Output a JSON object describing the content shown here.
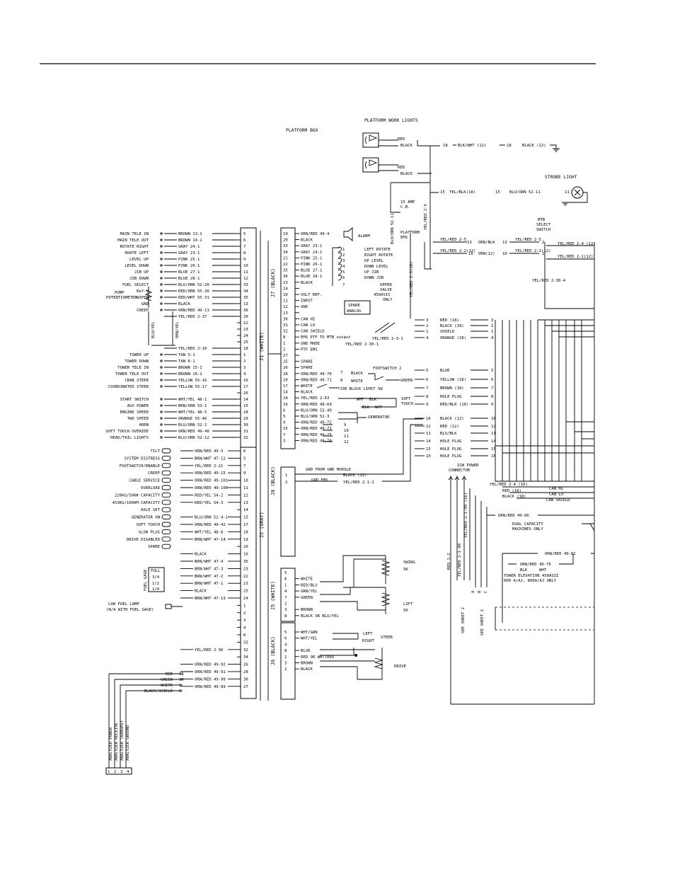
{
  "titles": {
    "platform_box": "PLATFORM BOX",
    "work_lights": "PLATFORM WORK LIGHTS",
    "strobe": "STROBE LIGHT",
    "mtb_select": [
      "MTB",
      "SELECT",
      "SWITCH"
    ],
    "circuit_breaker": [
      "15 AMP",
      "C.B."
    ],
    "platform_ems": [
      "PLATFORM",
      "EMS"
    ],
    "alarm": "ALARM",
    "upper_valve": [
      "UPPER",
      "VALVE",
      "450ASII",
      "ONLY"
    ],
    "spare_analog": [
      "SPARE",
      "ANALOG"
    ],
    "footswitch2": "FOOTSWITCH 2",
    "jib_block": "JIB BLOCK LIMIT SW",
    "soft_touch": [
      "SOFT",
      "TOUCH"
    ],
    "generator": "GENERATOR",
    "gnd_module": "GND FROM GND MODULE",
    "ign_power": [
      "IGN POWER",
      "CONNECTOR"
    ],
    "dual_capacity": [
      "DUAL CAPACITY",
      "MACHINES ONLY"
    ],
    "tower_elev": [
      "TOWER ELEVATION 450ASII",
      "600 A/AJ, 800A/AJ ONLY"
    ],
    "swing": [
      "SWING",
      "5K"
    ],
    "lift": [
      "LIFT",
      "5K"
    ],
    "steer": [
      "LEFT",
      "RIGHT",
      "STEER"
    ],
    "drive": "DRIVE",
    "fuel_gage": "FUEL GAGE",
    "fuel_levels": [
      "FULL",
      "3/4",
      "1/2",
      "1/4"
    ],
    "low_fuel": [
      "LOW FUEL LAMP",
      "(N/A WITH FUEL GAGE)"
    ],
    "pump_pot": [
      "PUMP",
      "POTENTIOMETER"
    ],
    "see_sheet": "SEE SHEET 2",
    "analyzer_labels": [
      "ANALYZER POWER",
      "ANALYZER RECEIVE",
      "ANALYZER TRANSMIT",
      "ANALYZER GROUND"
    ],
    "analyzer_pins": [
      "1",
      "2",
      "3",
      "4"
    ],
    "bottom_wires": [
      "RED 1-2",
      "YEL/RED 2-1-98",
      "YEL/RED 2-1-99 (16)"
    ],
    "abc": [
      "A",
      "B",
      "C"
    ]
  },
  "connectors": {
    "j1": "J1 (WHITE)",
    "j2": "J2 (GRAY)",
    "j7": "J7 (BLACK)",
    "j8": "J8 (BLACK)",
    "j5": "J5 (WHITE)",
    "j6": "J6 (BLACK)"
  },
  "work_light_wires": [
    "RED",
    "BLACK",
    "RED",
    "BLACK",
    "18",
    "BLK/WHT (12)",
    "18",
    "BLACK (12)"
  ],
  "strobe_wires": [
    "15",
    "YEL/BLK(18)",
    "15",
    "BLU/ORN 52-11",
    "11"
  ],
  "riser_labels": [
    "BLU/ORN 52-11",
    "YEL/RED 2-5",
    "YEL/RED 2-3(16)",
    "YEL/RED 2-30-4"
  ],
  "mtb_wires": [
    {
      "l": "YEL/RED 2-5",
      "n1": "13",
      "m": "ORN/BLK",
      "n2": "13",
      "r": "YEL/RED 2-5",
      "p": "2",
      "o": "YEL/RED 2-4 (12)"
    },
    {
      "l": "YEL/RED 2-2(12)",
      "n1": "10",
      "m": "ORN(12)",
      "n2": "10",
      "r": "YEL/RED 2-2(12)",
      "p": "1",
      "o": "YEL/RED 2-1(12)"
    }
  ],
  "j1_left": [
    {
      "label": "MAIN TELE IN",
      "pin": "5",
      "wire": "BROWN 13-1"
    },
    {
      "label": "MAIN TELE OUT",
      "pin": "6",
      "wire": "BROWN 14-1"
    },
    {
      "label": "ROTATE RIGHT",
      "pin": "7",
      "wire": "GRAY 24-1"
    },
    {
      "label": "ROATE LEFT",
      "pin": "8",
      "wire": "GRAY 23-1"
    },
    {
      "label": "LEVEL UP",
      "pin": "9",
      "wire": "PINK 25-1"
    },
    {
      "label": "LEVEL DOWN",
      "pin": "10",
      "wire": "PINK 26-1"
    },
    {
      "label": "JIB UP",
      "pin": "11",
      "wire": "BLUE 27-1"
    },
    {
      "label": "JIB DOWN",
      "pin": "12",
      "wire": "BLUE 28-1"
    },
    {
      "label": "FUEL SELECT",
      "pin": "33",
      "wire": "BLU/ORN 52-20"
    },
    {
      "label": "Ref.V",
      "pin": "34",
      "wire": "RED/ORN 55-30"
    },
    {
      "label": "WIPER",
      "pin": "35",
      "wire": "RED/WHT 55-31"
    },
    {
      "label": "GND",
      "pin": "13",
      "wire": "BLACK"
    },
    {
      "label": "CREEP",
      "pin": "36",
      "wire": "ORN/RED 49-11"
    },
    {
      "label": "",
      "pin": "20",
      "wire": "YEL/RED 2-37"
    },
    {
      "label": "",
      "pin": "22",
      "wire": ""
    },
    {
      "label": "",
      "pin": "23",
      "wire": ""
    },
    {
      "label": "",
      "pin": "24",
      "wire": ""
    },
    {
      "label": "",
      "pin": "25",
      "wire": ""
    },
    {
      "label": "",
      "pin": "18",
      "wire": "YEL/RED 2-10"
    },
    {
      "label": "TOWER UP",
      "pin": "1",
      "wire": "TAN 5-1"
    },
    {
      "label": "TOWER DOWN",
      "pin": "2",
      "wire": "TAN 6-1"
    },
    {
      "label": "TOWER TELE IN",
      "pin": "3",
      "wire": "BROWN 15-1"
    },
    {
      "label": "TOWER TELE OUT",
      "pin": "4",
      "wire": "BROWN 16-1"
    },
    {
      "label": "CRAB STEER",
      "pin": "16",
      "wire": "YELLOW 55-16"
    },
    {
      "label": "COORDINATED STEER",
      "pin": "17",
      "wire": "YELLOW 55-17"
    },
    {
      "label": "",
      "pin": "26",
      "wire": ""
    },
    {
      "label": "START SWITCH",
      "pin": "14",
      "wire": "WHT/YEL 48-1"
    },
    {
      "label": "AUX POWER",
      "pin": "15",
      "wire": "BRN/ORN 53-1"
    },
    {
      "label": "ENGINE SPEED",
      "pin": "28",
      "wire": "WHT/YEL 48-5"
    },
    {
      "label": "TWO SPEED",
      "pin": "29",
      "wire": "ORANGE 55-46"
    },
    {
      "label": "HORN",
      "pin": "30",
      "wire": "BLU/ORN 52-1"
    },
    {
      "label": "SOFT TOUCH OVERIDE",
      "pin": "31",
      "wire": "ORN/RED 49-40"
    },
    {
      "label": "HEAD/TAIL LIGHTS",
      "pin": "32",
      "wire": "BLU/ORN 52-12"
    }
  ],
  "j2_left": [
    {
      "label": "TILT",
      "pin": "6",
      "wire": "ORN/RED 49-3"
    },
    {
      "label": "SYSTEM DISTRESS",
      "pin": "5",
      "wire": "BRN/WHT 47-12"
    },
    {
      "label": "FOOTSWITCH/ENABLE",
      "pin": "7",
      "wire": "YEL/RED 2-21"
    },
    {
      "label": "CREEP",
      "pin": "9",
      "wire": "ORN/RED 49-15"
    },
    {
      "label": "CABLE SERVICE",
      "pin": "10",
      "wire": "ORN/RED 49-101"
    },
    {
      "label": "OVERLOAD",
      "pin": "11",
      "wire": "ORN/RED 49-100"
    },
    {
      "label": "226KG/500# CAPACITY",
      "pin": "12",
      "wire": "RED/YEL 54-2"
    },
    {
      "label": "453KG/1000M CAPACITY",
      "pin": "13",
      "wire": "RED/YEL 54-3"
    },
    {
      "label": "AXLE SET",
      "pin": "14",
      "wire": ""
    },
    {
      "label": "GENERATOR ON",
      "pin": "15",
      "wire": "BLU/ORN 52-4-1"
    },
    {
      "label": "SOFT TOUCH",
      "pin": "17",
      "wire": "ORN/RED 49-42"
    },
    {
      "label": "GLOW PLUG",
      "pin": "18",
      "wire": "WHT/YEL 48-6"
    },
    {
      "label": "DRIVE DISABLED",
      "pin": "19",
      "wire": "BRN/WHT 47-14"
    },
    {
      "label": "SPARE",
      "pin": "20",
      "wire": ""
    },
    {
      "label": "",
      "pin": "16",
      "wire": "BLACK"
    },
    {
      "label": "",
      "pin": "35",
      "wire": "BRN/WHT 47-4"
    },
    {
      "label": "",
      "pin": "23",
      "wire": "BRN/WHT 47-3"
    },
    {
      "label": "",
      "pin": "22",
      "wire": "BRN/WHT 47-2"
    },
    {
      "label": "",
      "pin": "21",
      "wire": "BRN/WHT 47-1"
    },
    {
      "label": "",
      "pin": "25",
      "wire": "BLACK"
    },
    {
      "label": "",
      "pin": "24",
      "wire": "BRN/WHT 47-13"
    },
    {
      "label": "",
      "pin": "1",
      "wire": ""
    },
    {
      "label": "",
      "pin": "2",
      "wire": ""
    },
    {
      "label": "",
      "pin": "3",
      "wire": ""
    },
    {
      "label": "",
      "pin": "4",
      "wire": ""
    },
    {
      "label": "",
      "pin": "8",
      "wire": ""
    },
    {
      "label": "",
      "pin": "33",
      "wire": ""
    },
    {
      "label": "",
      "pin": "32",
      "wire": "YEL/RED 2-36"
    },
    {
      "label": "",
      "pin": "34",
      "wire": ""
    },
    {
      "label": "",
      "pin": "26",
      "wire": "ORN/RED 49-92"
    },
    {
      "label": "",
      "pin": "28",
      "wire": "ORN/RED 49-91"
    },
    {
      "label": "",
      "pin": "30",
      "wire": "ORN/RED 49-90"
    },
    {
      "label": "",
      "pin": "27",
      "wire": "ORN/RED 49-89"
    }
  ],
  "j2_extra": {
    "pin14_wire": "14",
    "analyzer_wires": [
      {
        "color": "RED",
        "pin": "11"
      },
      {
        "color": "GREEN",
        "pin": "10"
      },
      {
        "color": "WHITE",
        "pin": "9"
      },
      {
        "color": "BLACK/SHIELD",
        "pin": "8"
      }
    ]
  },
  "j7_right": [
    {
      "pin": "19",
      "wire": "ORN/RED 49-4"
    },
    {
      "pin": "20",
      "wire": "BLACK"
    },
    {
      "pin": "33",
      "wire": "GRAY 23-1"
    },
    {
      "pin": "34",
      "wire": "GRAY 24-1"
    },
    {
      "pin": "21",
      "wire": "PINK 25-1"
    },
    {
      "pin": "22",
      "wire": "PINK 26-1"
    },
    {
      "pin": "35",
      "wire": "BLUE 27-1"
    },
    {
      "pin": "36",
      "wire": "BLUE 28-1"
    },
    {
      "pin": "23",
      "wire": "BLACK"
    },
    {
      "pin": "24",
      "wire": ""
    },
    {
      "pin": "10",
      "wire": "VOLT REF."
    },
    {
      "pin": "11",
      "wire": "INPUT"
    },
    {
      "pin": "12",
      "wire": "GND"
    },
    {
      "pin": "13",
      "wire": ""
    },
    {
      "pin": "30",
      "wire": "CAN HI"
    },
    {
      "pin": "31",
      "wire": "CAN LO"
    },
    {
      "pin": "32",
      "wire": "CAN SHIELD"
    },
    {
      "pin": "8",
      "wire": "EMS PTF TO MTB output"
    },
    {
      "pin": "1",
      "wire": "GND MODE"
    },
    {
      "pin": "2",
      "wire": "PTF EMS"
    },
    {
      "pin": "27",
      "wire": ""
    },
    {
      "pin": "25",
      "wire": "SPARE"
    },
    {
      "pin": "26",
      "wire": "SPARE"
    },
    {
      "pin": "28",
      "wire": "ORN/RED 49-70"
    },
    {
      "pin": "29",
      "wire": "ORN/RED 49-71"
    },
    {
      "pin": "17",
      "wire": "WHITE"
    },
    {
      "pin": "14",
      "wire": "BLACK"
    },
    {
      "pin": "18",
      "wire": "YEL/RED 2-63"
    },
    {
      "pin": "16",
      "wire": "ORN/RED 49-69"
    },
    {
      "pin": "6",
      "wire": "BLU/ORN 52-49"
    },
    {
      "pin": "5",
      "wire": "BLU/ORN 52-3"
    },
    {
      "pin": "9",
      "wire": "ORN/RED 49-72"
    },
    {
      "pin": "15",
      "wire": "ORN/RED 49-73"
    },
    {
      "pin": "7",
      "wire": "ORN/RED 49-75"
    },
    {
      "pin": "3",
      "wire": "ORN/RED 49-74"
    }
  ],
  "j7_far": [
    {
      "n": "3",
      "wire": "RED (18)",
      "m": "3"
    },
    {
      "n": "2",
      "wire": "BLACK (18)",
      "m": "2"
    },
    {
      "n": "1",
      "wire": "SHIELD",
      "m": "1"
    },
    {
      "n": "4",
      "wire": "ORANGE (18)",
      "m": "4"
    },
    {
      "n": "5",
      "wire": "BLUE",
      "m": "5"
    },
    {
      "n": "6",
      "wire": "YELLOW (18)",
      "m": "6"
    },
    {
      "n": "7",
      "wire": "BROWN (18)",
      "m": "7"
    },
    {
      "n": "8",
      "wire": "HOLE PLUG",
      "m": "8"
    },
    {
      "n": "9",
      "wire": "RED/BLK (18)",
      "m": "9"
    },
    {
      "n": "16",
      "wire": "BLACK (12)",
      "m": "16"
    },
    {
      "n": "12",
      "wire": "RED (12)",
      "m": "12"
    },
    {
      "n": "11",
      "wire": "BLU/BLK",
      "m": "11"
    },
    {
      "n": "14",
      "wire": "HOLE PLUG",
      "m": "14"
    },
    {
      "n": "15",
      "wire": "HOLE PLUG",
      "m": "15"
    },
    {
      "n": "10",
      "wire": "HOLE PLUG",
      "m": "10"
    }
  ],
  "j7_mid_texts": [
    "1",
    "2",
    "3",
    "4",
    "5",
    "6",
    "7",
    "LEFT ROTATE",
    "RIGHT ROTATE",
    "UP LEVEL",
    "DOWN LEVEL",
    "UP JIB",
    "DOWN JIB",
    "YEL/RED 2-3-1",
    "YEL/RED 2-30-1",
    "7",
    "8",
    "BLACK",
    "GREEN",
    "WHITE",
    "1",
    "2",
    "3",
    "4",
    "5",
    "WHT",
    "BLK",
    "BLK",
    "WHT",
    "9",
    "10",
    "11",
    "12",
    "1",
    "2",
    "3",
    "4",
    "6",
    "7",
    "8",
    "16",
    "12",
    "11",
    "14",
    "15",
    "10"
  ],
  "j8": [
    {
      "pin": "1",
      "wire": "BLACK (12)"
    },
    {
      "pin": "2",
      "wire": "YEL/RED 2-1-2"
    }
  ],
  "j8_gnd_ems": "GND EMS",
  "j5": [
    {
      "pin": "5",
      "wire": ""
    },
    {
      "pin": "6",
      "wire": "WHITE"
    },
    {
      "pin": "1",
      "wire": "RED/BLU"
    },
    {
      "pin": "4",
      "wire": "GRN/YEL"
    },
    {
      "pin": "7",
      "wire": "GREEN"
    },
    {
      "pin": "2",
      "wire": ""
    },
    {
      "pin": "3",
      "wire": "BROWN"
    },
    {
      "pin": "8",
      "wire": "BLACK OR BLU/YEL"
    }
  ],
  "j6": [
    {
      "pin": "5",
      "wire": "WHT/GRN"
    },
    {
      "pin": "6",
      "wire": "WHT/YEL"
    },
    {
      "pin": "4",
      "wire": ""
    },
    {
      "pin": "8",
      "wire": "BLUE"
    },
    {
      "pin": "1",
      "wire": "RED OR WHT/RED"
    },
    {
      "pin": "3",
      "wire": "BROWN"
    },
    {
      "pin": "2",
      "wire": "BLACK"
    }
  ],
  "right_bus": [
    {
      "wire": "YEL/RED 2-4 (16)",
      "pin": "",
      "name": "CAN HI"
    },
    {
      "wire": "RED (18)",
      "pin": "",
      "name": "CAN LO"
    },
    {
      "wire": "BLACK (18)",
      "pin": "",
      "name": "CAN SHIELD"
    },
    {
      "wire": "ORN/RED 49-86",
      "pin": "",
      "name": ""
    },
    {
      "wire": "ORN/RED 49-82",
      "pin": "",
      "name": ""
    },
    {
      "wire": "ORN/RED 49-76",
      "pin": "",
      "name": ""
    }
  ],
  "tower_wires": [
    "BLK",
    "WHT",
    "4",
    "4",
    "3"
  ],
  "ign_pin_labels": [
    "3",
    "1",
    "13"
  ]
}
